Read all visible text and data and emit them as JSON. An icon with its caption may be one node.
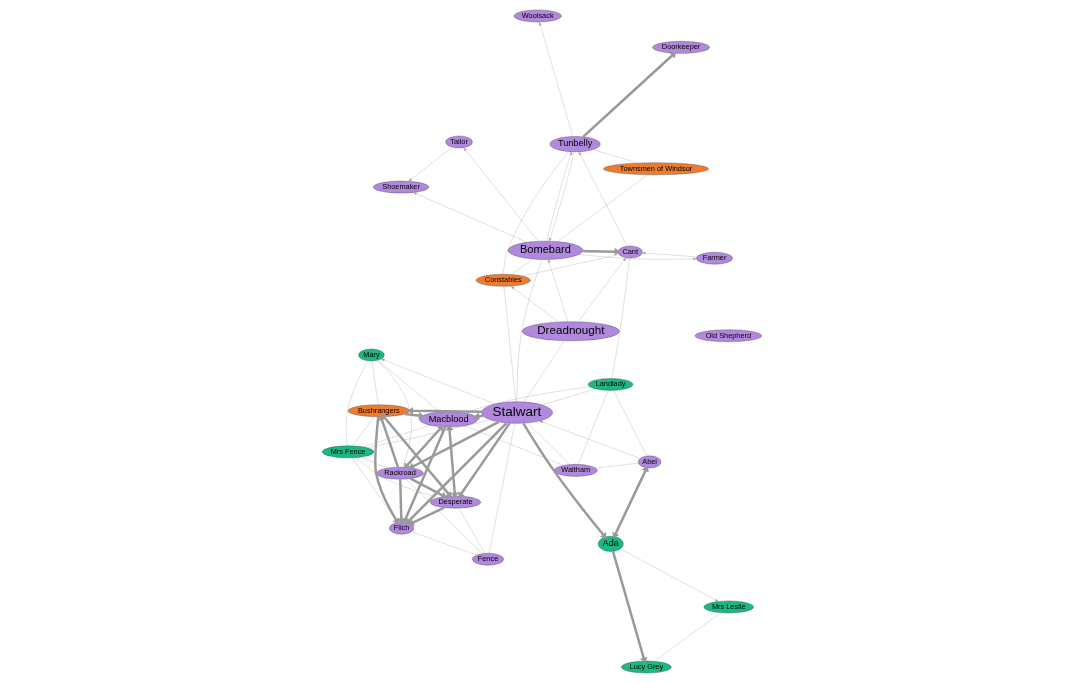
{
  "diagram": {
    "nodes": [
      {
        "text": [
          "Mary"
        ]
      },
      {
        "text": [
          "Mrs Leslie"
        ]
      },
      {
        "text": [
          "Lucy Grey"
        ]
      },
      {
        "text": [
          "Doorkeeper"
        ]
      },
      {
        "text": [
          "Abel"
        ]
      },
      {
        "text": [
          "Woolsack"
        ]
      },
      {
        "text": [
          "Mrs Fence"
        ]
      },
      {
        "text": [
          "Tunbelly"
        ]
      },
      {
        "text": [
          "Ada"
        ]
      },
      {
        "text": [
          "Fence"
        ]
      },
      {
        "text": [
          "Old Shepherd"
        ]
      },
      {
        "text": [
          "Townsmen of Windsor"
        ]
      },
      {
        "text": [
          "Shoemaker"
        ]
      },
      {
        "text": [
          "Stalwart"
        ]
      },
      {
        "text": [
          "Bushrangers"
        ]
      },
      {
        "text": [
          "Tailor"
        ]
      },
      {
        "text": [
          "Farmer"
        ]
      },
      {
        "text": [
          "Dreadnought"
        ]
      },
      {
        "text": [
          "Landlady"
        ]
      },
      {
        "text": [
          "Macblood"
        ]
      },
      {
        "text": [
          "Flich"
        ]
      },
      {
        "text": [
          "Waltham"
        ]
      },
      {
        "text": [
          "Bomebard"
        ]
      },
      {
        "text": [
          "Constables"
        ]
      },
      {
        "text": [
          "Cant"
        ]
      },
      {
        "text": [
          "Rackroad"
        ]
      },
      {
        "text": [
          "Desperate"
        ]
      }
    ],
    "edges": [
      {
        "from": 7,
        "to": 3,
        "arrow": "to",
        "style": "thick"
      },
      {
        "from": 7,
        "to": 5,
        "arrow": "to"
      },
      {
        "from": 15,
        "to": 12,
        "arrow": "to"
      },
      {
        "from": 22,
        "to": 15,
        "arrow": "to"
      },
      {
        "from": 22,
        "to": 12,
        "arrow": "to"
      },
      {
        "from": 22,
        "to": 7,
        "arrow": "to"
      },
      {
        "from": 7,
        "to": 22,
        "arrow": "to"
      },
      {
        "from": 24,
        "to": 7,
        "arrow": "to"
      },
      {
        "from": 7,
        "to": 11,
        "arrow": "none"
      },
      {
        "from": 7,
        "to": 23,
        "arrow": "none"
      },
      {
        "from": 11,
        "to": 22,
        "arrow": "none"
      },
      {
        "from": 22,
        "to": 16,
        "arrow": "to"
      },
      {
        "from": 16,
        "to": 24,
        "arrow": "to"
      },
      {
        "from": 17,
        "to": 22,
        "arrow": "to"
      },
      {
        "from": 17,
        "to": 24,
        "arrow": "to"
      },
      {
        "from": 17,
        "to": 23,
        "arrow": "to"
      },
      {
        "from": 22,
        "to": 24,
        "arrow": "to",
        "style": "thick"
      },
      {
        "from": 22,
        "to": 23,
        "arrow": "none"
      },
      {
        "from": 24,
        "to": 23,
        "arrow": "none"
      },
      {
        "from": 24,
        "to": 18,
        "arrow": "none"
      },
      {
        "from": 22,
        "to": 13,
        "arrow": "none"
      },
      {
        "from": 17,
        "to": 13,
        "arrow": "none"
      },
      {
        "from": 23,
        "to": 13,
        "arrow": "none"
      },
      {
        "from": 13,
        "to": 0,
        "arrow": "to"
      },
      {
        "from": 13,
        "to": 8,
        "arrow": "to",
        "style": "thick"
      },
      {
        "from": 8,
        "to": 4,
        "arrow": "both",
        "style": "thick"
      },
      {
        "from": 8,
        "to": 2,
        "arrow": "to",
        "style": "thick"
      },
      {
        "from": 8,
        "to": 1,
        "arrow": "to"
      },
      {
        "from": 2,
        "to": 1,
        "arrow": "none"
      },
      {
        "from": 4,
        "to": 13,
        "arrow": "to"
      },
      {
        "from": 0,
        "to": 6,
        "arrow": "none"
      },
      {
        "from": 13,
        "to": 19,
        "arrow": "to",
        "style": "thick"
      },
      {
        "from": 13,
        "to": 14,
        "arrow": "to",
        "style": "thick"
      },
      {
        "from": 13,
        "to": 20,
        "arrow": "to",
        "style": "thick"
      },
      {
        "from": 13,
        "to": 25,
        "arrow": "to",
        "style": "thick"
      },
      {
        "from": 13,
        "to": 26,
        "arrow": "to",
        "style": "thick"
      },
      {
        "from": 19,
        "to": 20,
        "arrow": "to",
        "style": "thick"
      },
      {
        "from": 19,
        "to": 25,
        "arrow": "both",
        "style": "thick"
      },
      {
        "from": 19,
        "to": 26,
        "arrow": "both",
        "style": "thick"
      },
      {
        "from": 14,
        "to": 19,
        "arrow": "to",
        "style": "thick"
      },
      {
        "from": 25,
        "to": 14,
        "arrow": "to",
        "style": "thick"
      },
      {
        "from": 14,
        "to": 20,
        "arrow": "to",
        "style": "thick"
      },
      {
        "from": 14,
        "to": 26,
        "arrow": "to",
        "style": "thick"
      },
      {
        "from": 25,
        "to": 20,
        "arrow": "to",
        "style": "thick"
      },
      {
        "from": 26,
        "to": 20,
        "arrow": "to",
        "style": "thick"
      },
      {
        "from": 25,
        "to": 26,
        "arrow": "to",
        "style": "thick"
      },
      {
        "from": 6,
        "to": 13,
        "arrow": "none"
      },
      {
        "from": 6,
        "to": 19,
        "arrow": "none"
      },
      {
        "from": 6,
        "to": 25,
        "arrow": "none"
      },
      {
        "from": 6,
        "to": 26,
        "arrow": "none"
      },
      {
        "from": 6,
        "to": 20,
        "arrow": "none"
      },
      {
        "from": 6,
        "to": 14,
        "arrow": "none"
      },
      {
        "from": 9,
        "to": 25,
        "arrow": "none"
      },
      {
        "from": 9,
        "to": 26,
        "arrow": "none"
      },
      {
        "from": 9,
        "to": 20,
        "arrow": "none"
      },
      {
        "from": 9,
        "to": 13,
        "arrow": "none"
      },
      {
        "from": 0,
        "to": 19,
        "arrow": "none"
      },
      {
        "from": 0,
        "to": 25,
        "arrow": "none"
      },
      {
        "from": 0,
        "to": 14,
        "arrow": "none"
      },
      {
        "from": 4,
        "to": 18,
        "arrow": "none"
      },
      {
        "from": 4,
        "to": 21,
        "arrow": "none"
      },
      {
        "from": 18,
        "to": 19,
        "arrow": "none"
      },
      {
        "from": 18,
        "to": 21,
        "arrow": "none"
      },
      {
        "from": 21,
        "to": 19,
        "arrow": "none"
      },
      {
        "from": 21,
        "to": 13,
        "arrow": "none"
      },
      {
        "from": 18,
        "to": 13,
        "arrow": "none"
      }
    ]
  }
}
